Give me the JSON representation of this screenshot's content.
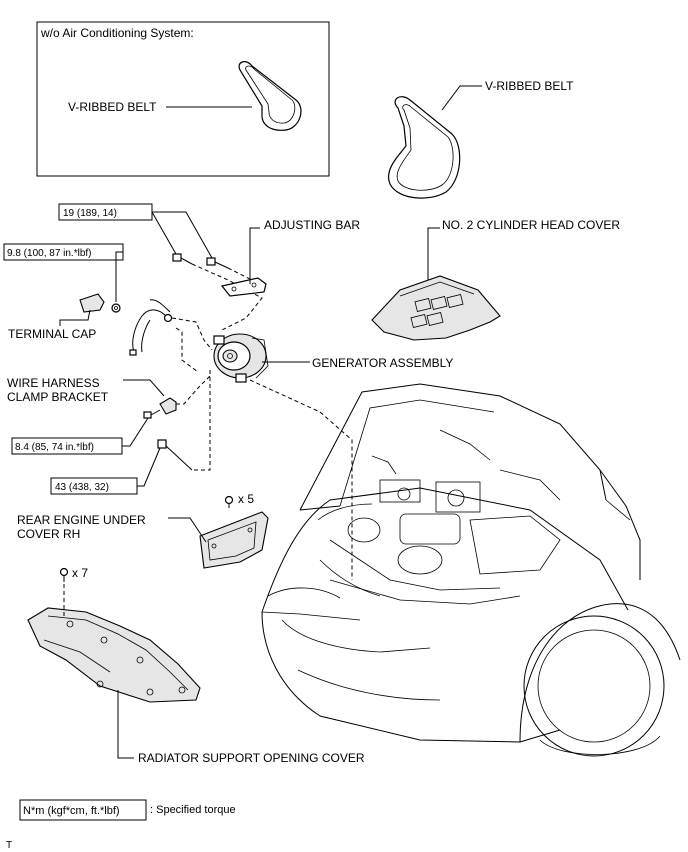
{
  "inset": {
    "title": "w/o Air Conditioning System:",
    "belt_label": "V-RIBBED BELT"
  },
  "labels": {
    "v_ribbed_belt": "V-RIBBED BELT",
    "adjusting_bar": "ADJUSTING BAR",
    "no2_cylinder_head_cover": "NO. 2 CYLINDER HEAD COVER",
    "terminal_cap": "TERMINAL CAP",
    "generator_assembly": "GENERATOR ASSEMBLY",
    "wire_harness_line1": "WIRE HARNESS",
    "wire_harness_line2": "CLAMP BRACKET",
    "rear_engine_line1": "REAR ENGINE UNDER",
    "rear_engine_line2": "COVER RH",
    "radiator_support": "RADIATOR SUPPORT OPENING COVER"
  },
  "torques": {
    "t19": "19 (189, 14)",
    "t98": "9.8 (100, 87 in.*lbf)",
    "t84": "8.4 (85, 74 in.*lbf)",
    "t43": "43 (438, 32)"
  },
  "quantities": {
    "x5": "x 5",
    "x7": "x 7"
  },
  "legend": {
    "box": "N*m (kgf*cm, ft.*lbf)",
    "text": ": Specified torque"
  },
  "corner_mark": "T"
}
